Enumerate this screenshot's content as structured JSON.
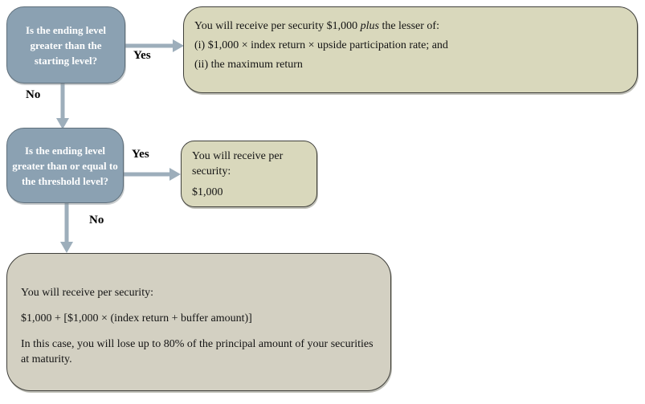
{
  "flowchart": {
    "labels": {
      "yes": "Yes",
      "no": "No"
    },
    "decision1": {
      "lines": [
        "Is the ending level",
        "greater than the",
        "starting level?"
      ]
    },
    "decision2": {
      "lines": [
        "Is the ending level",
        "greater than or equal to",
        "the threshold level?"
      ]
    },
    "result1": {
      "line1_prefix": "You will receive per security $1,000 ",
      "line1_italic": "plus",
      "line1_suffix": " the lesser of:",
      "line2": "(i) $1,000 × index return × upside participation rate; and",
      "line3": "(ii) the maximum return"
    },
    "result2": {
      "line1": "You will receive per security:",
      "line2": "$1,000"
    },
    "result3": {
      "line1": "You will receive per security:",
      "line2": "$1,000 + [$1,000 × (index return + buffer amount)]",
      "line3": "In this case, you will lose up to 80% of the principal amount of your securities at maturity."
    },
    "colors": {
      "decision_fill": "#8BA1B2",
      "decision_border": "#5E6E7A",
      "decision_text": "#FFFFFF",
      "result_fill": "#D9D8BC",
      "result3_fill": "#D3D0C2",
      "box_border": "#3F3F3B",
      "arrow": "#9DAEBB",
      "label_text": "#000000",
      "background": "#FFFFFF"
    }
  }
}
